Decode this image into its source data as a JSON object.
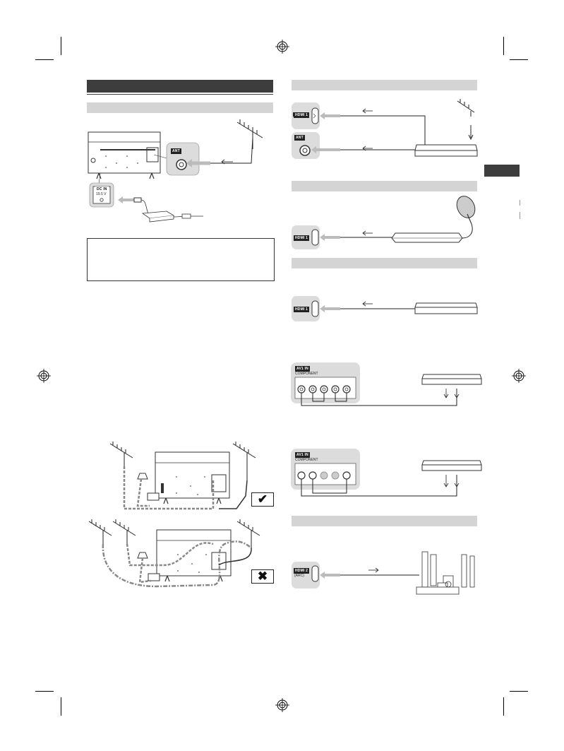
{
  "labels": {
    "ant": "ANT",
    "hdmi1": "HDMI 1",
    "hdmi2": "HDMI 2",
    "arc": "(ARC)",
    "av1in": "AV1 IN",
    "component": "COMPONENT",
    "dcin": "DC IN",
    "dcin_volt": "19.5 V"
  },
  "marks": {
    "correct": "✔",
    "incorrect": "✖"
  },
  "icons": [
    "registration-mark-icon",
    "antenna-icon",
    "satellite-dish-icon",
    "check-icon",
    "cross-icon",
    "home-theater-icon",
    "ac-adaptor-icon"
  ]
}
